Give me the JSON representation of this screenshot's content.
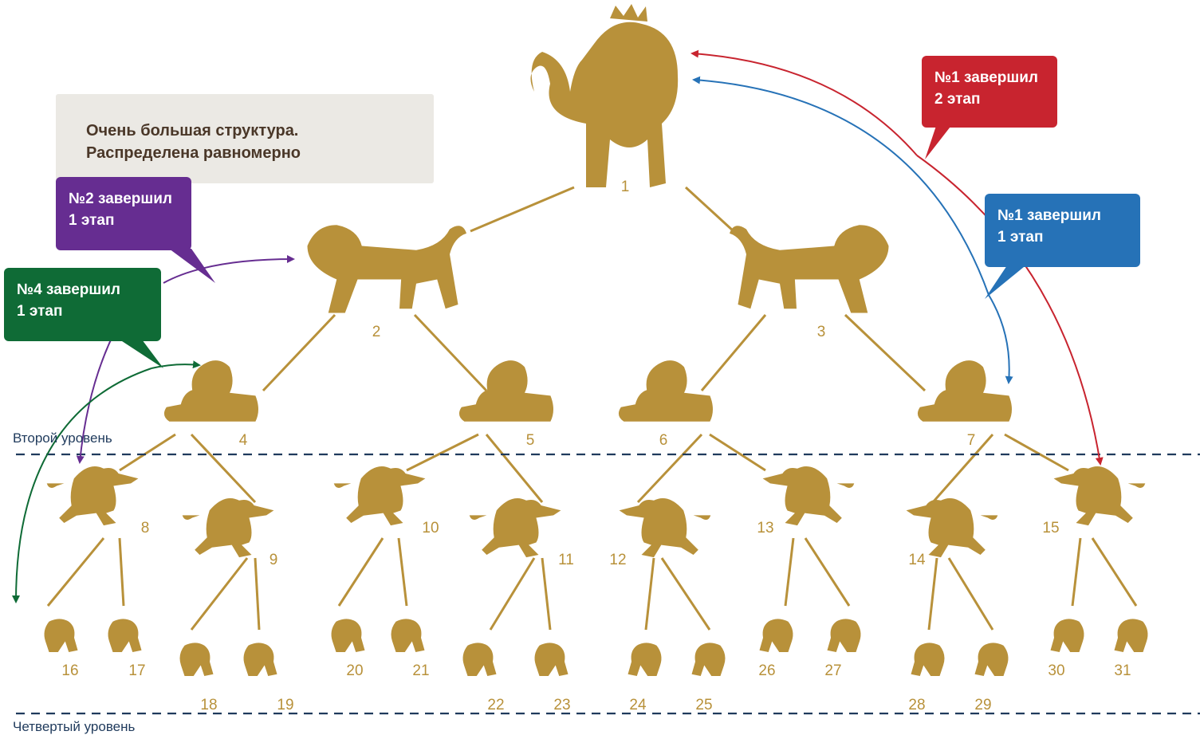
{
  "note": {
    "line1": "Очень большая структура.",
    "line2": "Распределена  равномерно"
  },
  "levels": {
    "second": "Второй уровень",
    "fourth": "Четвертый уровень"
  },
  "callouts": [
    {
      "id": "c-red",
      "line1": "№1 завершил",
      "line2": "2 этап",
      "color": "#c8242f"
    },
    {
      "id": "c-blue",
      "line1": "№1 завершил",
      "line2": "1 этап",
      "color": "#2672b7"
    },
    {
      "id": "c-purple",
      "line1": "№2 завершил",
      "line2": "1 этап",
      "color": "#662d91"
    },
    {
      "id": "c-green",
      "line1": "№4 завершил",
      "line2": "1 этап",
      "color": "#0f6b36"
    }
  ],
  "nodes": [
    "1",
    "2",
    "3",
    "4",
    "5",
    "6",
    "7",
    "8",
    "9",
    "10",
    "11",
    "12",
    "13",
    "14",
    "15",
    "16",
    "17",
    "18",
    "19",
    "20",
    "21",
    "22",
    "23",
    "24",
    "25",
    "26",
    "27",
    "28",
    "29",
    "30",
    "31"
  ],
  "colors": {
    "lion": "#b8913a",
    "line": "#b8913a",
    "dash": "#1f3a5c"
  }
}
